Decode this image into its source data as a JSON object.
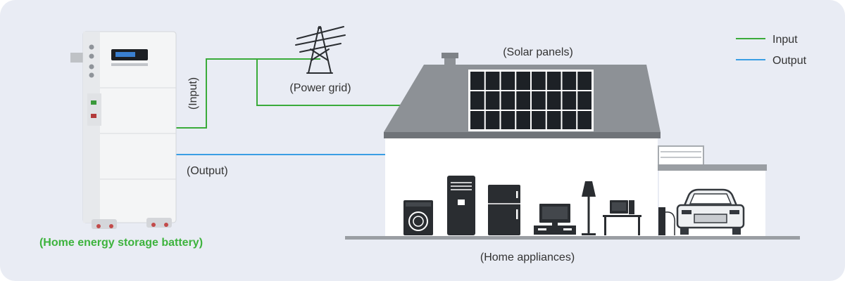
{
  "legend": {
    "input_label": "Input",
    "output_label": "Output"
  },
  "labels": {
    "power_grid": "(Power grid)",
    "solar_panels": "(Solar panels)",
    "input": "(Input)",
    "output": "(Output)",
    "battery": "(Home energy storage battery)",
    "home_appliances": "(Home appliances)"
  },
  "colors": {
    "background": "#e9ecf4",
    "input_line": "#3aab3a",
    "output_line": "#3a9ee4",
    "battery_label": "#3db33d",
    "text": "#333333",
    "roof": "#8d9196",
    "appliance": "#2a2d31",
    "solar_cell": "#1d2126"
  },
  "icons": [
    "power-tower-icon",
    "solar-panel-icon",
    "washing-machine-icon",
    "tower-ac-icon",
    "refrigerator-icon",
    "tv-icon",
    "floor-lamp-icon",
    "computer-desk-icon",
    "car-icon"
  ]
}
